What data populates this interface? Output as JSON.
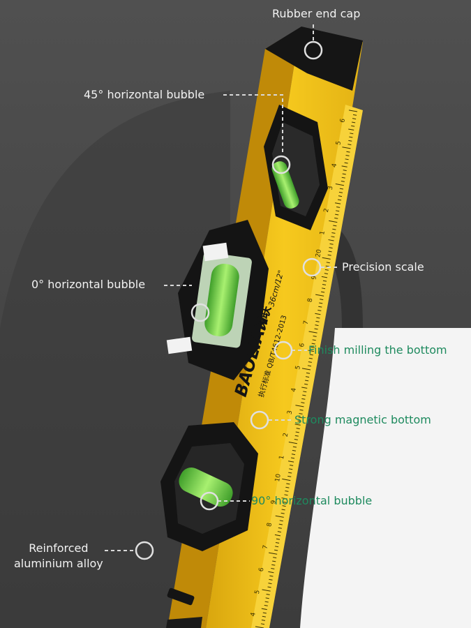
{
  "labels": {
    "rubber_end_cap": "Rubber end cap",
    "horizontal_bubble_45": "45° horizontal bubble",
    "horizontal_bubble_0": "0° horizontal bubble",
    "precision_scale": "Precision scale",
    "finish_milling": "Finish milling the bottom",
    "magnetic_bottom": "Strong magnetic bottom",
    "horizontal_bubble_90": "90° horizontal bubble",
    "alloy_line1": "Reinforced",
    "alloy_line2": "aluminium alloy"
  },
  "product": {
    "brand": "BAOLIAN",
    "brand_cn": "保联",
    "standard": "执行标准 QB/T4612-2013",
    "size": "36cm/12\""
  },
  "scale_numbers": [
    "6",
    "5",
    "4",
    "3",
    "2",
    "1",
    "20",
    "9",
    "8",
    "7",
    "6",
    "5",
    "4",
    "3",
    "2",
    "1",
    "10",
    "9",
    "8",
    "7",
    "6",
    "5",
    "4"
  ],
  "colors": {
    "body_yellow": "#f2c21a",
    "frame_black": "#141414",
    "background_gray": "#4a4a4a",
    "label_light": "#f2f2f2",
    "label_green": "#1e8a5e",
    "vial_green": "#7fdc4a"
  }
}
